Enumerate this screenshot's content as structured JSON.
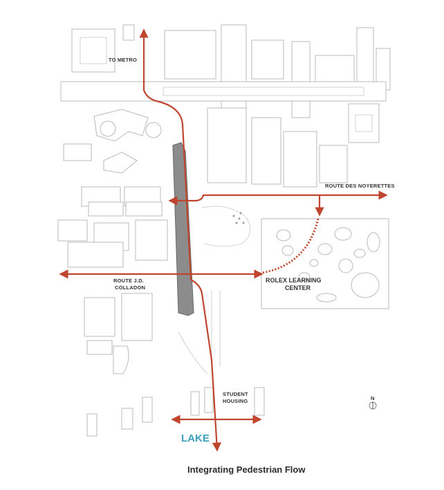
{
  "labels": {
    "to_metro": "TO METRO",
    "route_des_noyerettes": "ROUTE DES NOYERETTES",
    "route_jd_colladon_line1": "ROUTE J.D.",
    "route_jd_colladon_line2": "COLLADON",
    "rolex_line1": "ROLEX LEARNING",
    "rolex_line2": "CENTER",
    "student_housing_line1": "STUDENT",
    "student_housing_line2": "HOUSING",
    "lake": "LAKE",
    "north": "N"
  },
  "caption": "Integrating Pedestrian Flow",
  "colors": {
    "route": "#c0452e",
    "building_outline": "#b9b9b9",
    "corridor_fill": "#8c8c8c",
    "lake_text": "#3f9fbf"
  }
}
